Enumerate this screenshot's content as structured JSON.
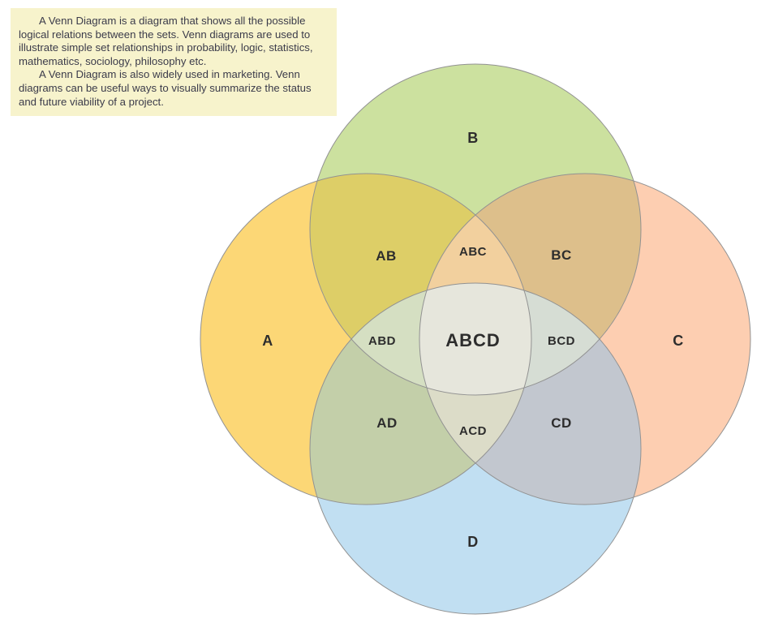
{
  "note": {
    "background": "#f7f3cc",
    "text_color": "#3b3b4a",
    "paragraphs": {
      "p1": "A Venn Diagram is a diagram that shows all the possible logical relations between the sets. Venn diagrams are used to illustrate simple set relationships in probability, logic, statistics, mathematics, sociology, philosophy etc.",
      "p2": "A Venn Diagram is also widely used in marketing. Venn diagrams can be useful ways to visually summarize the status and future viability of a project."
    }
  },
  "diagram": {
    "outline_color": "#929292",
    "label_color": "#2d2d2d",
    "sets": {
      "A": {
        "label": "A",
        "color": "#fcd776"
      },
      "B": {
        "label": "B",
        "color": "#cce19f"
      },
      "C": {
        "label": "C",
        "color": "#fdceb1"
      },
      "D": {
        "label": "D",
        "color": "#c1dff2"
      }
    },
    "regions": {
      "AB": {
        "label": "AB",
        "color": "#ddce67"
      },
      "BC": {
        "label": "BC",
        "color": "#ddbf8b"
      },
      "AD": {
        "label": "AD",
        "color": "#c3cfa9"
      },
      "CD": {
        "label": "CD",
        "color": "#c2c7cf"
      },
      "ABC": {
        "label": "ABC",
        "color": "#f2d09e"
      },
      "ABD": {
        "label": "ABD",
        "color": "#d5dfc2"
      },
      "ACD": {
        "label": "ACD",
        "color": "#dcdcc8"
      },
      "BCD": {
        "label": "BCD",
        "color": "#d6ddd4"
      },
      "ABCD": {
        "label": "ABCD",
        "color": "#e6e6dc"
      }
    }
  }
}
